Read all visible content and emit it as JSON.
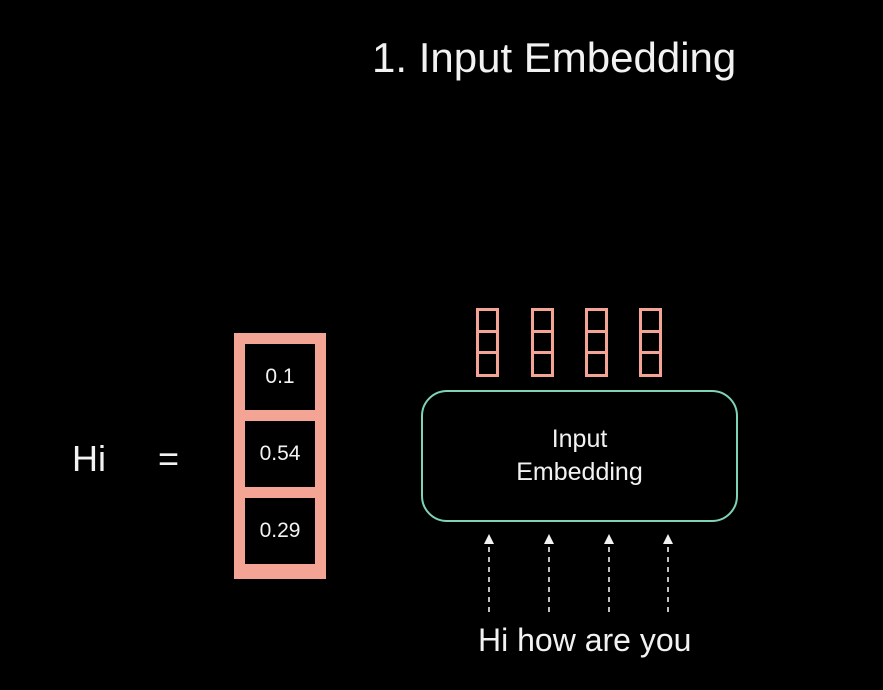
{
  "title": "1. Input Embedding",
  "token": {
    "word": "Hi",
    "equals": "=",
    "vector": [
      "0.1",
      "0.54",
      "0.29"
    ]
  },
  "embedding_block": {
    "line1": "Input",
    "line2": "Embedding"
  },
  "input_sentence": "Hi how are you",
  "output_vectors_count": 4,
  "colors": {
    "background": "#000000",
    "vector_fill": "#f4a495",
    "block_border": "#7fd3b6",
    "text": "#f2f2f2"
  }
}
